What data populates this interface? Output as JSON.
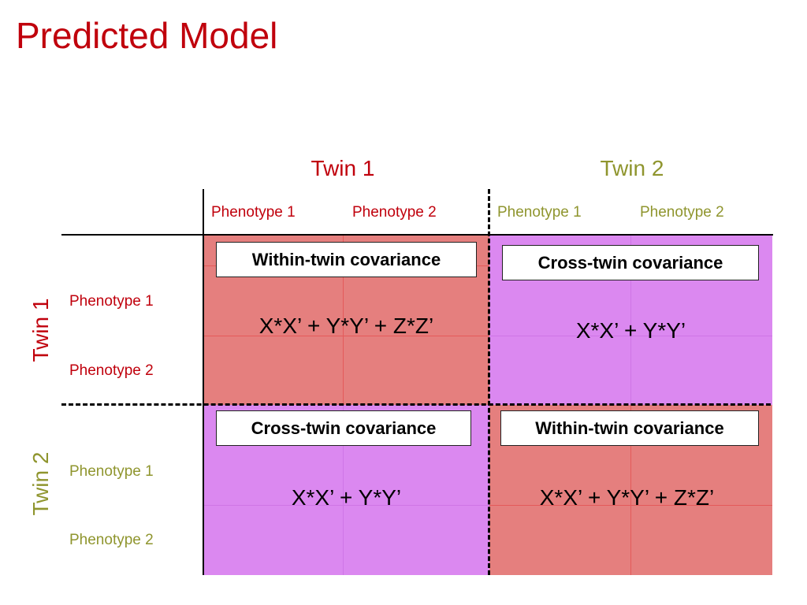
{
  "title": "Predicted Model",
  "columns": {
    "twin1": "Twin 1",
    "twin2": "Twin 2",
    "twin1_p1": "Phenotype 1",
    "twin1_p2": "Phenotype 2",
    "twin2_p1": "Phenotype 1",
    "twin2_p2": "Phenotype 2"
  },
  "rows": {
    "twin1": "Twin 1",
    "twin2": "Twin 2",
    "twin1_p1": "Phenotype 1",
    "twin1_p2": "Phenotype 2",
    "twin2_p1": "Phenotype 1",
    "twin2_p2": "Phenotype 2"
  },
  "quadrants": {
    "top_left": {
      "label": "Within-twin covariance",
      "formula": "X*X’ + Y*Y’ + Z*Z’"
    },
    "top_right": {
      "label": "Cross-twin covariance",
      "formula": "X*X’ + Y*Y’"
    },
    "bottom_left": {
      "label": "Cross-twin covariance",
      "formula": "X*X’ + Y*Y’"
    },
    "bottom_right": {
      "label": "Within-twin covariance",
      "formula": "X*X’ + Y*Y’ + Z*Z’"
    }
  },
  "colors": {
    "within_twin": "#e57f7e",
    "cross_twin": "#db88f0",
    "twin1_text": "#c0000c",
    "twin2_text": "#8f952e"
  }
}
